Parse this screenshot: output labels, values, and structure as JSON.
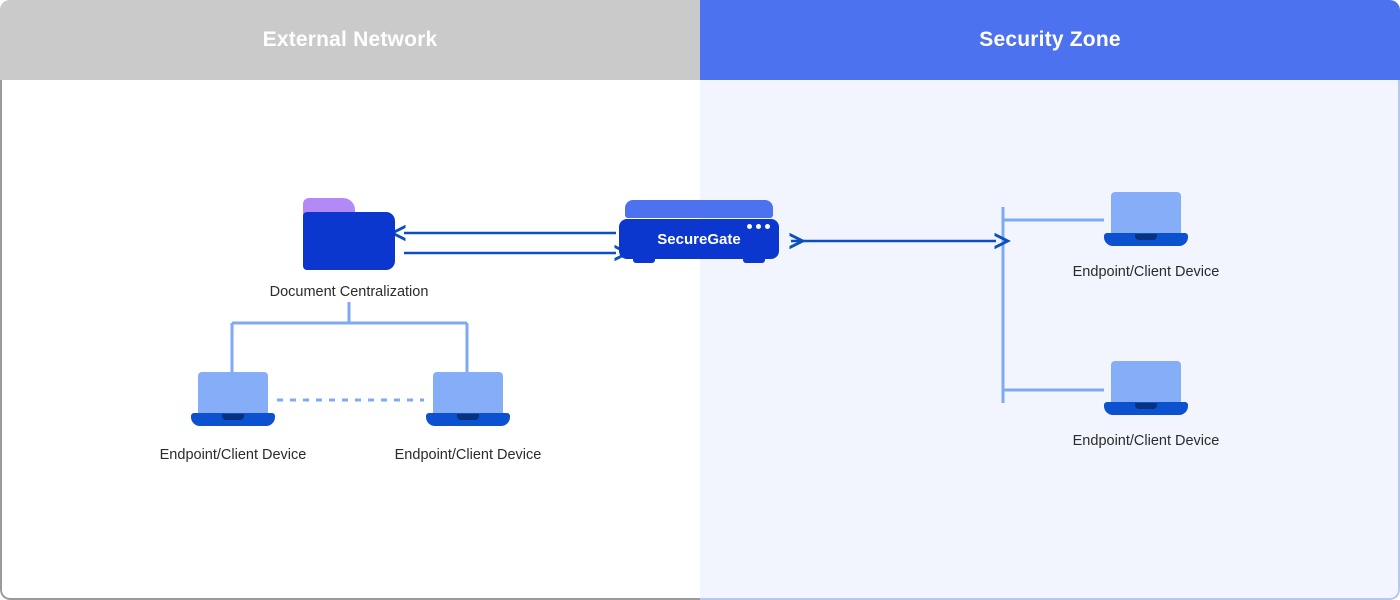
{
  "diagram": {
    "title_left": "External Network",
    "title_right": "Security Zone",
    "colors": {
      "external_header": "#cacaca",
      "security_header": "#4d72f0",
      "external_body": "#ffffff",
      "security_body": "#f2f5fd",
      "node_dark_blue": "#0b37ce",
      "node_light_blue": "#86aef8",
      "folder_tab_purple": "#b388f7",
      "connector_light_blue": "#7fa9f2",
      "arrow_blue": "#0b4fc0",
      "label_text": "#2b2b2b"
    },
    "zones": [
      {
        "id": "external-network",
        "label": "External Network"
      },
      {
        "id": "security-zone",
        "label": "Security Zone"
      }
    ],
    "nodes": {
      "document_centralization": {
        "label": "Document Centralization",
        "icon": "folder-icon"
      },
      "gateway": {
        "label": "SecureGate",
        "icon": "firewall-appliance-icon",
        "led_count": 3
      },
      "endpoint_left_1": {
        "label": "Endpoint/Client Device",
        "icon": "laptop-icon"
      },
      "endpoint_left_2": {
        "label": "Endpoint/Client Device",
        "icon": "laptop-icon"
      },
      "endpoint_right_1": {
        "label": "Endpoint/Client Device",
        "icon": "laptop-icon"
      },
      "endpoint_right_2": {
        "label": "Endpoint/Client Device",
        "icon": "laptop-icon"
      }
    },
    "connections": [
      {
        "id": "gateway-to-document",
        "from": "gateway",
        "to": "document_centralization",
        "style": "solid",
        "arrow": "single",
        "direction": "left"
      },
      {
        "id": "document-to-gateway",
        "from": "document_centralization",
        "to": "gateway",
        "style": "solid",
        "arrow": "single",
        "direction": "right"
      },
      {
        "id": "gateway-to-security-endpoints",
        "from": "gateway",
        "to": "security_endpoint_bus",
        "style": "solid",
        "arrow": "double",
        "direction": "both"
      },
      {
        "id": "document-tree-to-left-endpoints",
        "from": "document_centralization",
        "to": [
          "endpoint_left_1",
          "endpoint_left_2"
        ],
        "style": "solid",
        "arrow": "none"
      },
      {
        "id": "peer-link-left-endpoints",
        "from": "endpoint_left_1",
        "to": "endpoint_left_2",
        "style": "dashed",
        "arrow": "none"
      },
      {
        "id": "bus-to-right-endpoints",
        "from": "security_endpoint_bus",
        "to": [
          "endpoint_right_1",
          "endpoint_right_2"
        ],
        "style": "solid",
        "arrow": "none"
      }
    ]
  }
}
